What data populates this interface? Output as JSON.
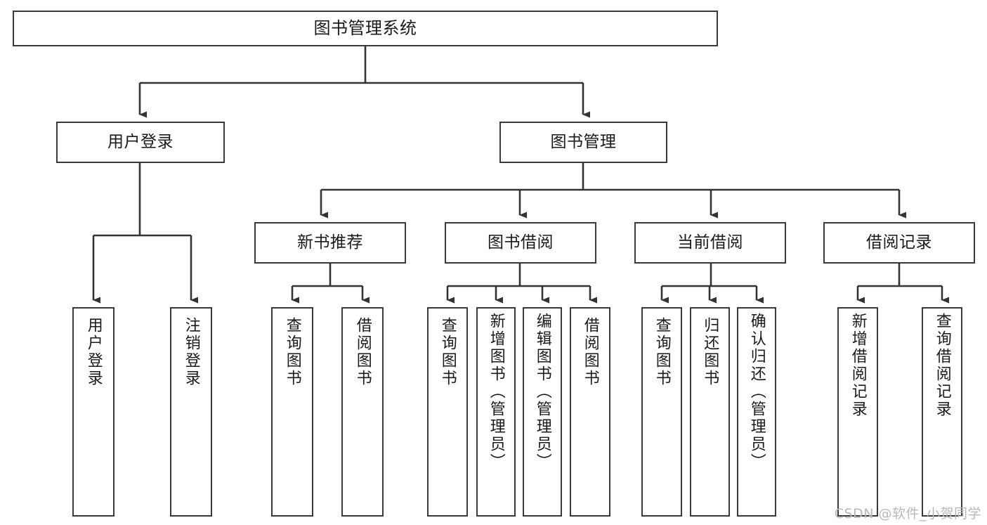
{
  "diagram": {
    "title": "图书管理系统",
    "type": "tree",
    "watermark": "CSDN @软件_小贺同学",
    "colors": {
      "box_border": "#3a3a3a",
      "box_fill": "#ffffff",
      "edge": "#333333",
      "text": "#1a1a1a",
      "watermark": "#b8b8b8",
      "background": "#ffffff"
    },
    "root": {
      "label": "图书管理系统"
    },
    "level2": [
      {
        "label": "用户登录"
      },
      {
        "label": "图书管理"
      }
    ],
    "level3": [
      {
        "label": "新书推荐"
      },
      {
        "label": "图书借阅"
      },
      {
        "label": "当前借阅"
      },
      {
        "label": "借阅记录"
      }
    ],
    "leaves": {
      "user_login": [
        {
          "label": "用户登录"
        },
        {
          "label": "注销登录"
        }
      ],
      "new_book_recommend": [
        {
          "label": "查询图书"
        },
        {
          "label": "借阅图书"
        }
      ],
      "book_borrow": [
        {
          "label": "查询图书"
        },
        {
          "label": "新增图书（管理员）"
        },
        {
          "label": "编辑图书（管理员）"
        },
        {
          "label": "借阅图书"
        }
      ],
      "current_borrow": [
        {
          "label": "查询图书"
        },
        {
          "label": "归还图书"
        },
        {
          "label": "确认归还（管理员）"
        }
      ],
      "borrow_record": [
        {
          "label": "新增借阅记录"
        },
        {
          "label": "查询借阅记录"
        }
      ]
    }
  }
}
